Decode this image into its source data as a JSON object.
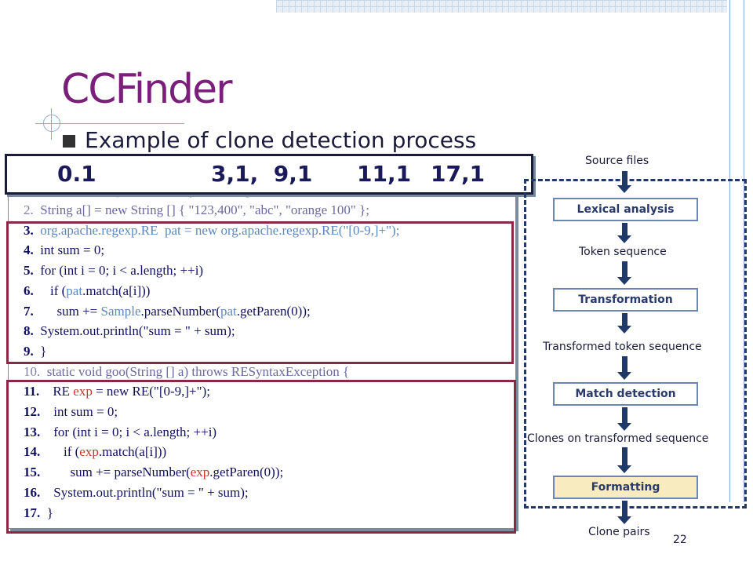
{
  "slide": {
    "title": "CCFinder",
    "bullet": "Example of clone detection process",
    "page_number": "22"
  },
  "banner": {
    "items": [
      "0.1",
      "3,1,  9,1",
      "11,1",
      "17,1"
    ]
  },
  "code": {
    "obscured_line_fragment": "1. static void foo() throws RESyntaxException {",
    "lines": [
      {
        "num": "2.",
        "parts": [
          {
            "t": "String a[] = new String [] { \"123,400\", \"abc\", \"orange 100\" };",
            "c": "gray"
          }
        ]
      },
      {
        "num": "3.",
        "parts": [
          {
            "t": "org.apache.regexp.RE  pat = new org.apache.regexp.RE(\"[0-9,]+\");",
            "c": "blue"
          }
        ]
      },
      {
        "num": "4.",
        "parts": [
          {
            "t": "int sum = 0;",
            "c": "normal"
          }
        ]
      },
      {
        "num": "5.",
        "parts": [
          {
            "t": "for (int i = 0; i < a.length; ++i)",
            "c": "normal"
          }
        ]
      },
      {
        "num": "6.",
        "parts": [
          {
            "t": "   if (",
            "c": "normal"
          },
          {
            "t": "pat",
            "c": "blue"
          },
          {
            "t": ".match(a[i]))",
            "c": "normal"
          }
        ]
      },
      {
        "num": "7.",
        "parts": [
          {
            "t": "     sum += ",
            "c": "normal"
          },
          {
            "t": "Sample",
            "c": "blue"
          },
          {
            "t": ".parseNumber(",
            "c": "normal"
          },
          {
            "t": "pat",
            "c": "blue"
          },
          {
            "t": ".getParen(0));",
            "c": "normal"
          }
        ]
      },
      {
        "num": "8.",
        "parts": [
          {
            "t": "System.out.println(\"sum = \" + sum);",
            "c": "normal"
          }
        ]
      },
      {
        "num": "9.",
        "parts": [
          {
            "t": "}",
            "c": "normal"
          }
        ]
      },
      {
        "num": "10.",
        "parts": [
          {
            "t": "static void goo(String [] a) throws RESyntaxException {",
            "c": "gray"
          }
        ]
      },
      {
        "num": "11.",
        "parts": [
          {
            "t": "  RE ",
            "c": "normal"
          },
          {
            "t": "exp",
            "c": "red"
          },
          {
            "t": " = new RE(\"[0-9,]+\");",
            "c": "normal"
          }
        ]
      },
      {
        "num": "12.",
        "parts": [
          {
            "t": "  int sum = 0;",
            "c": "normal"
          }
        ]
      },
      {
        "num": "13.",
        "parts": [
          {
            "t": "  for (int i = 0; i < a.length; ++i)",
            "c": "normal"
          }
        ]
      },
      {
        "num": "14.",
        "parts": [
          {
            "t": "     if (",
            "c": "normal"
          },
          {
            "t": "exp",
            "c": "red"
          },
          {
            "t": ".match(a[i]))",
            "c": "normal"
          }
        ]
      },
      {
        "num": "15.",
        "parts": [
          {
            "t": "       sum += parseNumber(",
            "c": "normal"
          },
          {
            "t": "exp",
            "c": "red"
          },
          {
            "t": ".getParen(0));",
            "c": "normal"
          }
        ]
      },
      {
        "num": "16.",
        "parts": [
          {
            "t": "  System.out.println(\"sum = \" + sum);",
            "c": "normal"
          }
        ]
      },
      {
        "num": "17.",
        "parts": [
          {
            "t": "}",
            "c": "normal"
          }
        ]
      }
    ]
  },
  "flow": {
    "source": "Source files",
    "steps": [
      {
        "box": "Lexical analysis",
        "output": "Token sequence"
      },
      {
        "box": "Transformation",
        "output": "Transformed token sequence"
      },
      {
        "box": "Match detection",
        "output": "Clones on transformed sequence"
      },
      {
        "box": "Formatting",
        "output": "Clone pairs"
      }
    ]
  },
  "colors": {
    "title": "#7a1f7a",
    "clone_frame": "#8a2846",
    "blue_highlight": "#5b88c0",
    "red_highlight": "#c0392b",
    "formatting_fill": "#f7ebbf"
  }
}
